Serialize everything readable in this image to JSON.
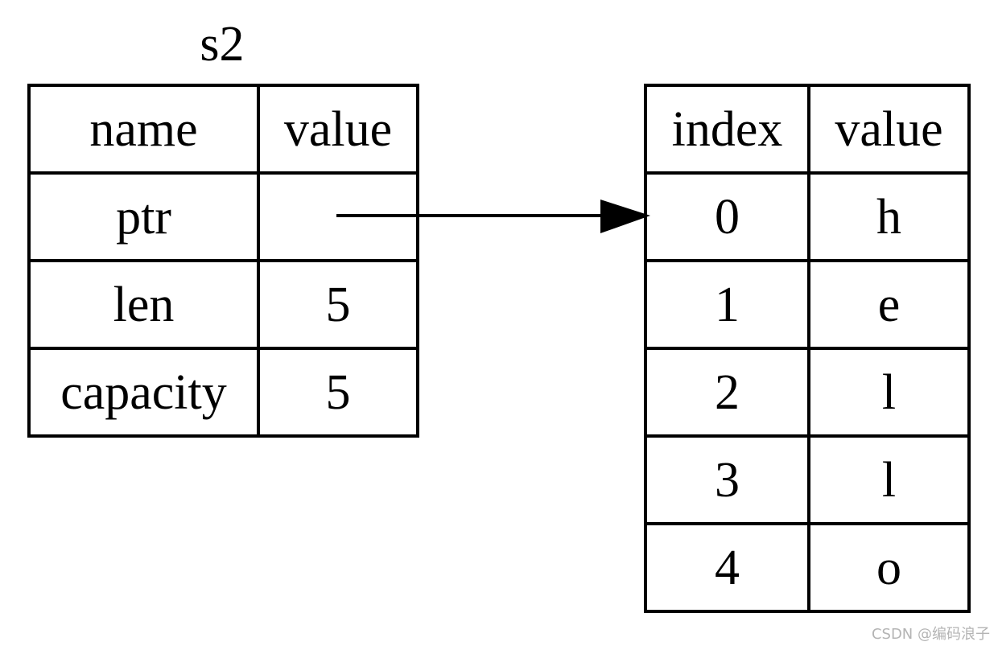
{
  "stack": {
    "title": "s2",
    "headers": [
      "name",
      "value"
    ],
    "rows": [
      {
        "name": "ptr",
        "value": ""
      },
      {
        "name": "len",
        "value": "5"
      },
      {
        "name": "capacity",
        "value": "5"
      }
    ]
  },
  "heap": {
    "headers": [
      "index",
      "value"
    ],
    "rows": [
      {
        "index": "0",
        "value": "h"
      },
      {
        "index": "1",
        "value": "e"
      },
      {
        "index": "2",
        "value": "l"
      },
      {
        "index": "3",
        "value": "l"
      },
      {
        "index": "4",
        "value": "o"
      }
    ]
  },
  "watermark": "CSDN @编码浪子"
}
